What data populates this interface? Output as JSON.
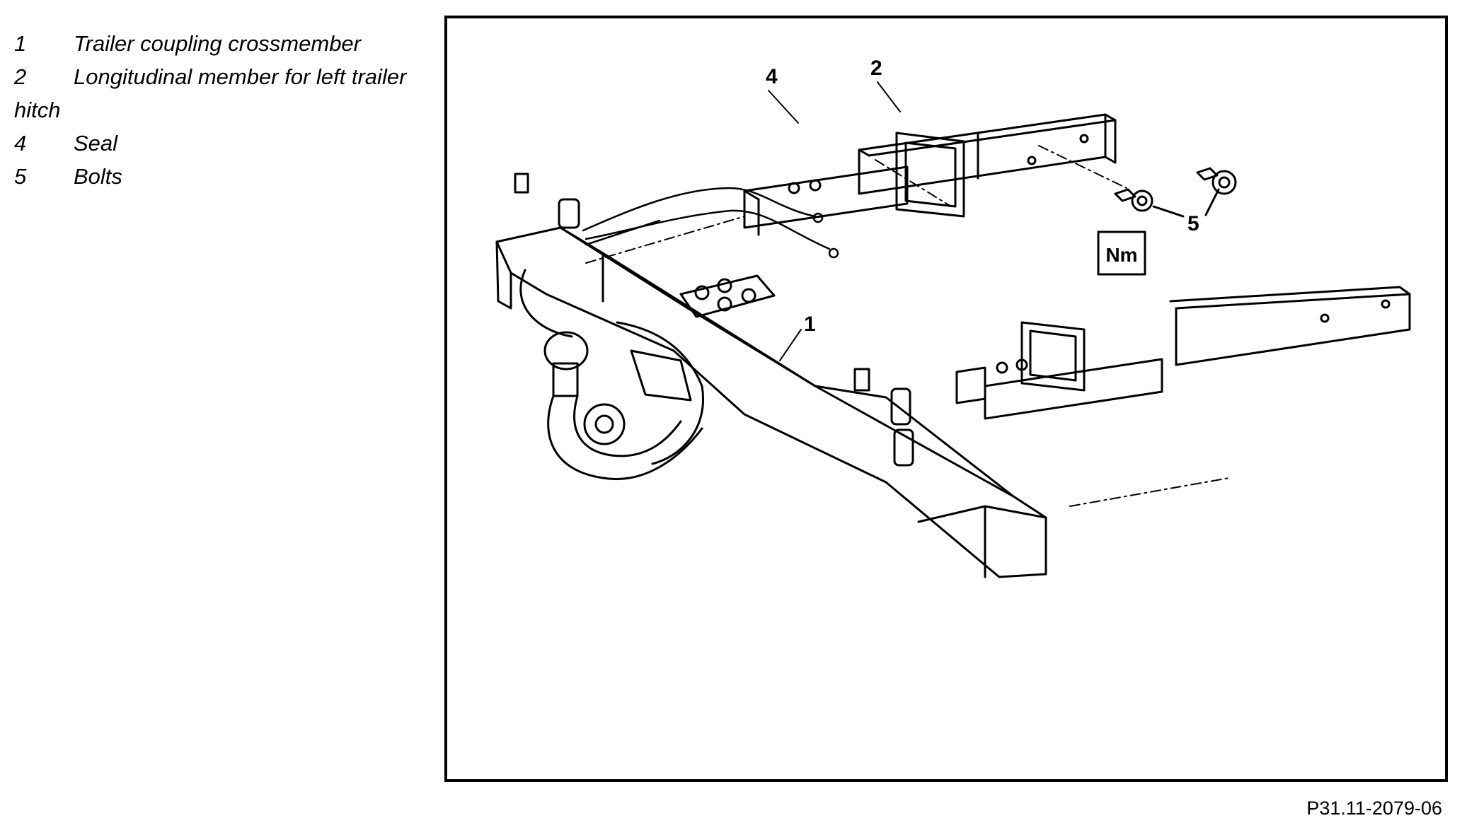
{
  "legend": [
    {
      "number": "1",
      "label": "Trailer coupling crossmember"
    },
    {
      "number": "2",
      "label": "Longitudinal member for left trailer hitch"
    },
    {
      "number": "4",
      "label": "Seal"
    },
    {
      "number": "5",
      "label": "Bolts"
    }
  ],
  "diagram": {
    "callouts": {
      "c1": "1",
      "c2": "2",
      "c4": "4",
      "c5": "5"
    },
    "torque_symbol": "Nm"
  },
  "figure_id": "P31.11-2079-06"
}
